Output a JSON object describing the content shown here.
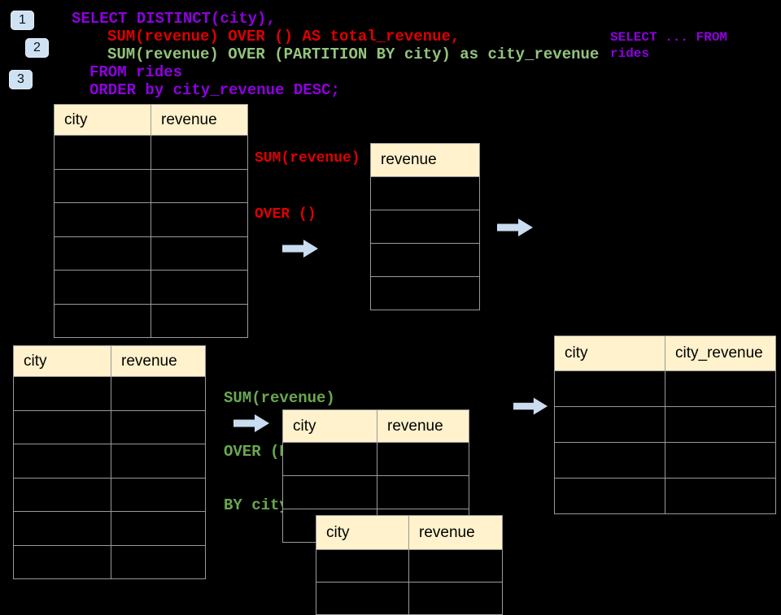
{
  "colors": {
    "background": "#000000",
    "purple": "#8F00E0",
    "red": "#DE0000",
    "green_light": "#93C47D",
    "green": "#6AA84F",
    "arrow_blue": "#C9DCF0",
    "badge_blue": "#CFE2F3",
    "table_header_fill": "#FFF2CC",
    "table_border": "#9A9A9A"
  },
  "badges": {
    "items": [
      "1",
      "2",
      "3"
    ]
  },
  "code": {
    "lines": [
      {
        "text": "SELECT DISTINCT(city),",
        "color": "purple"
      },
      {
        "text": "SUM(revenue) OVER () AS total_revenue,",
        "color": "red"
      },
      {
        "text": "SUM(revenue) OVER (PARTITION BY city) as city_revenue",
        "color": "green_light"
      },
      {
        "text": "FROM rides",
        "color": "purple"
      },
      {
        "text": "ORDER by city_revenue DESC;",
        "color": "purple"
      }
    ]
  },
  "side_note": {
    "text": "SELECT ... FROM rides"
  },
  "annotations": {
    "total": {
      "lines": [
        "SUM(revenue)",
        "OVER ()"
      ]
    },
    "partition": {
      "lines": [
        "SUM(revenue)",
        "OVER (PARTITION",
        "BY city)"
      ]
    }
  },
  "tables": {
    "source_top": {
      "headers": [
        "city",
        "revenue"
      ],
      "empty_rows": 6
    },
    "total_result": {
      "headers": [
        "revenue"
      ],
      "empty_rows": 4
    },
    "source_bottom": {
      "headers": [
        "city",
        "revenue"
      ],
      "empty_rows": 6
    },
    "partition_mid": {
      "headers": [
        "city",
        "revenue"
      ],
      "empty_rows": 3
    },
    "partition_overlay": {
      "headers": [
        "city",
        "revenue"
      ],
      "empty_rows": 2
    },
    "city_revenue_result": {
      "headers": [
        "city",
        "city_revenue"
      ],
      "empty_rows": 4
    }
  },
  "icons": {
    "arrows": [
      "right-arrow",
      "right-arrow",
      "right-arrow",
      "right-arrow"
    ]
  }
}
